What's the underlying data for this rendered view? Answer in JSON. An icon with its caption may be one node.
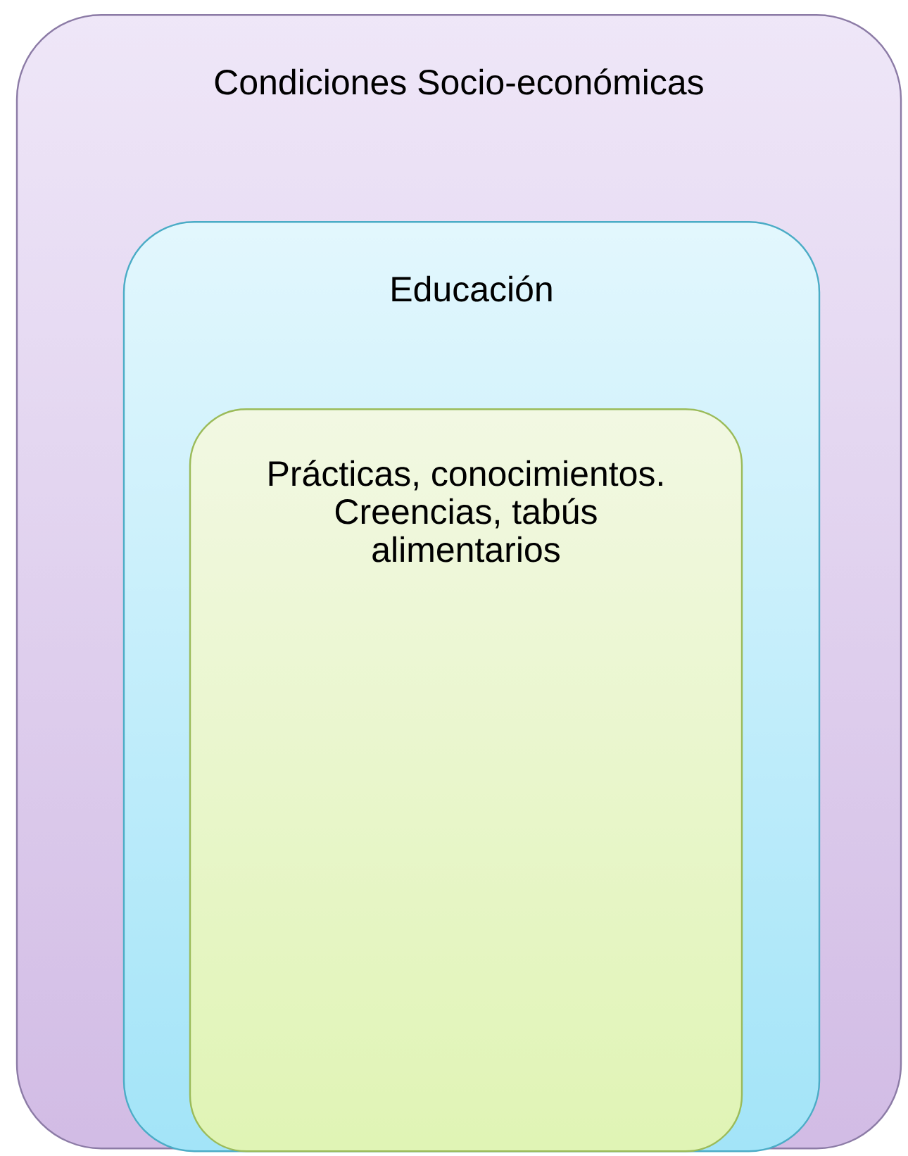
{
  "diagram": {
    "nodes": [
      {
        "text": [
          "Condiciones Socio-económicas"
        ]
      },
      {
        "text": [
          "Educación"
        ],
        "in": 0
      },
      {
        "text": [
          "Prácticas, conocimientos. Creencias, tabús alimentarios"
        ],
        "in": 1
      }
    ]
  }
}
